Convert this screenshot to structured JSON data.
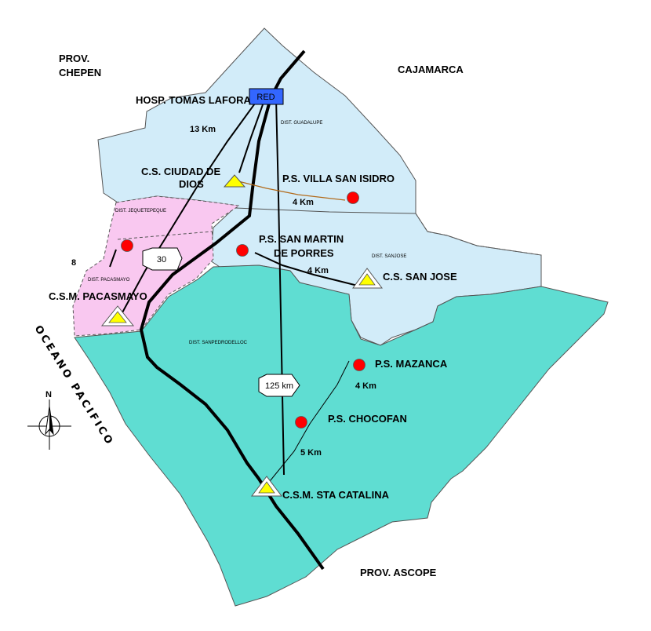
{
  "labels": {
    "prov_chepen_1": "PROV.",
    "prov_chepen_2": "CHEPEN",
    "cajamarca": "CAJAMARCA",
    "hosp": "HOSP. TOMAS LAFORA",
    "red": "RED",
    "dist_guadalupe": "DIST. GUADALUPE",
    "km13": "13 Km",
    "cs_ciudad_1": "C.S. CIUDAD DE",
    "cs_ciudad_2": "DIOS",
    "ps_villa": "P.S. VILLA SAN ISIDRO",
    "km4_villa": "4 Km",
    "dist_jequetepeque": "DIST. JEQUETEPEQUE",
    "ps_san_martin_1": "P.S. SAN MARTIN",
    "ps_san_martin_2": "DE PORRES",
    "dist_sanjose": "DIST. SANJOSE",
    "road30": "30",
    "km4_sanjose": "4 Km",
    "cs_san_jose": "C.S. SAN JOSE",
    "eight": "8",
    "dist_pacasmayo": "DIST. PACASMAYO",
    "csm_pacasmayo": "C.S.M. PACASMAYO",
    "dist_sanpedro": "DIST. SANPEDRODELLOC",
    "ps_mazanca": "P.S. MAZANCA",
    "km4_mazanca": "4 Km",
    "km125": "125 km",
    "ps_chocofan": "P.S. CHOCOFAN",
    "km5": "5 Km",
    "csm_sta_catalina": "C.S.M. STA CATALINA",
    "prov_ascope": "PROV. ASCOPE",
    "ocean": "OCEANO PACIFICO",
    "compass_n": "N"
  },
  "colors": {
    "light_blue": "#d2ecf9",
    "pink": "#f9c8f0",
    "teal": "#5fddd2",
    "red_dot": "#ff0000",
    "triangle": "#ffff00",
    "red_box": "#3366ff"
  }
}
